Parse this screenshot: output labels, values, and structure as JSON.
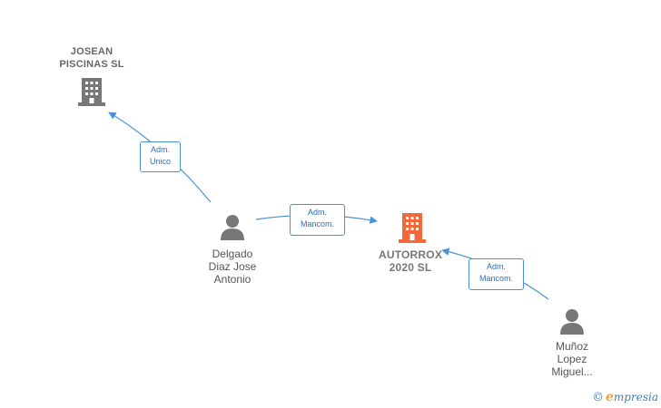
{
  "colors": {
    "edge": "#4a90d9",
    "company_main": "#f26a3c",
    "company_other": "#777777",
    "person": "#777777",
    "brand": "#3d7fb3",
    "brand_accent": "#e8a33a"
  },
  "nodes": {
    "josean": {
      "lines": [
        "JOSEAN",
        "PISCINAS  SL"
      ],
      "icon": "building-icon"
    },
    "autorrox": {
      "lines": [
        "AUTORROX",
        "2020  SL"
      ],
      "icon": "building-icon"
    },
    "delgado": {
      "lines": [
        "Delgado",
        "Diaz Jose",
        "Antonio"
      ],
      "icon": "person-icon"
    },
    "munoz": {
      "lines": [
        "Muñoz",
        "Lopez",
        "Miguel..."
      ],
      "icon": "person-icon"
    }
  },
  "edges": {
    "delgado_josean": {
      "lines": [
        "Adm.",
        "Unico"
      ]
    },
    "delgado_autorrox": {
      "lines": [
        "Adm.",
        "Mancom."
      ]
    },
    "munoz_autorrox": {
      "lines": [
        "Adm.",
        "Mancom."
      ]
    }
  },
  "brand": {
    "copyright": "©",
    "initial": "e",
    "rest": "mpresia"
  }
}
